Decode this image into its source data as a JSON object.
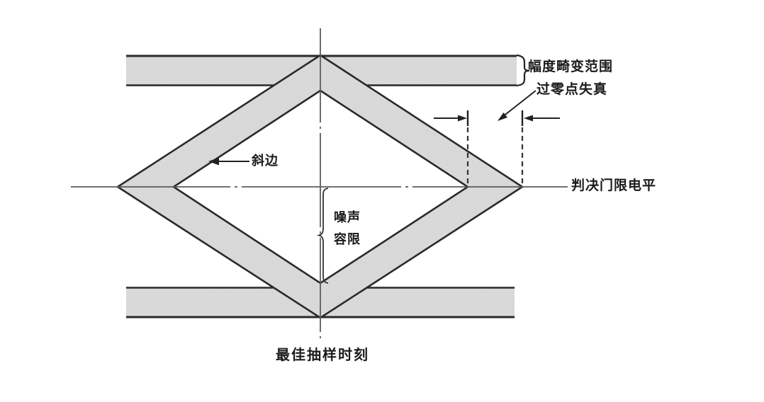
{
  "figure": {
    "type": "eye-diagram-annotated",
    "labels": {
      "amplitude_distortion_range": "幅度畸变范围",
      "zero_crossing_distortion": "过零点失真",
      "decision_threshold_level": "判决门限电平",
      "slant_edge": "斜边",
      "noise_margin_line1": "噪声",
      "noise_margin_line2": "容限",
      "optimal_sampling_time": "最佳抽样时刻"
    },
    "colors": {
      "band_fill": "#dbdbdb",
      "outline": "#2a2a2a",
      "centerline": "#5c5c5c",
      "text": "#1b1b1b",
      "background": "#ffffff"
    }
  }
}
